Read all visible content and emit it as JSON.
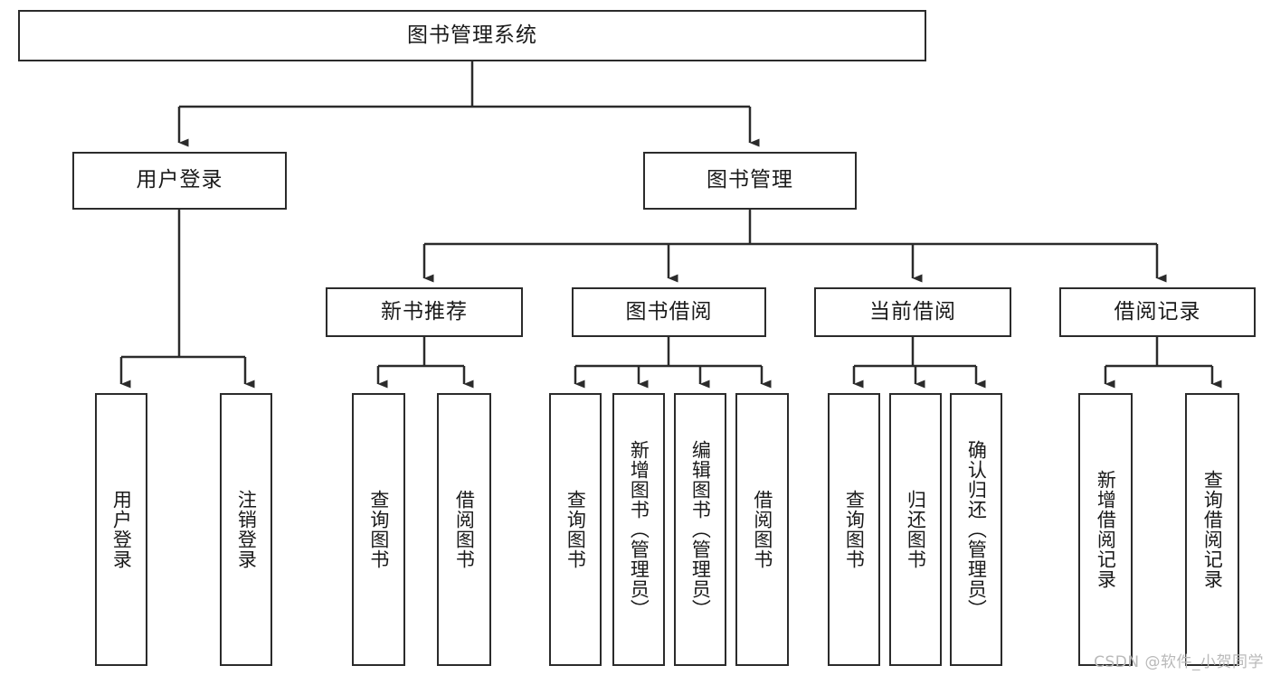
{
  "diagram": {
    "title": "图书管理系统",
    "type": "tree-hierarchy-chart",
    "watermark": "CSDN @软件_小贺同学",
    "colors": {
      "background": "#ffffff",
      "box_border": "#2b2b2b",
      "box_fill": "#ffffff",
      "text": "#1a1a1a",
      "connector": "#2b2b2b",
      "watermark_text": "#b9b9b9"
    }
  },
  "nodes": {
    "root": {
      "label": "图书管理系统"
    },
    "level2": [
      {
        "id": "user-login",
        "label": "用户登录"
      },
      {
        "id": "book-management",
        "label": "图书管理"
      }
    ],
    "level3": [
      {
        "id": "new-book-recommend",
        "label": "新书推荐"
      },
      {
        "id": "book-borrow",
        "label": "图书借阅"
      },
      {
        "id": "current-borrow",
        "label": "当前借阅"
      },
      {
        "id": "borrow-record",
        "label": "借阅记录"
      }
    ],
    "leaves": {
      "user-login": [
        {
          "id": "leaf-user-login",
          "label": "用户登录"
        },
        {
          "id": "leaf-logout-login",
          "label": "注销登录"
        }
      ],
      "new-book-recommend": [
        {
          "id": "leaf-query-book-1",
          "label": "查询图书"
        },
        {
          "id": "leaf-borrow-book-1",
          "label": "借阅图书"
        }
      ],
      "book-borrow": [
        {
          "id": "leaf-query-book-2",
          "label": "查询图书"
        },
        {
          "id": "leaf-add-book",
          "label": "新增图书（管理员）"
        },
        {
          "id": "leaf-edit-book",
          "label": "编辑图书（管理员）"
        },
        {
          "id": "leaf-borrow-book-2",
          "label": "借阅图书"
        }
      ],
      "current-borrow": [
        {
          "id": "leaf-query-book-3",
          "label": "查询图书"
        },
        {
          "id": "leaf-return-book",
          "label": "归还图书"
        },
        {
          "id": "leaf-confirm-return",
          "label": "确认归还（管理员）"
        }
      ],
      "borrow-record": [
        {
          "id": "leaf-add-record",
          "label": "新增借阅记录"
        },
        {
          "id": "leaf-query-record",
          "label": "查询借阅记录"
        }
      ]
    }
  }
}
